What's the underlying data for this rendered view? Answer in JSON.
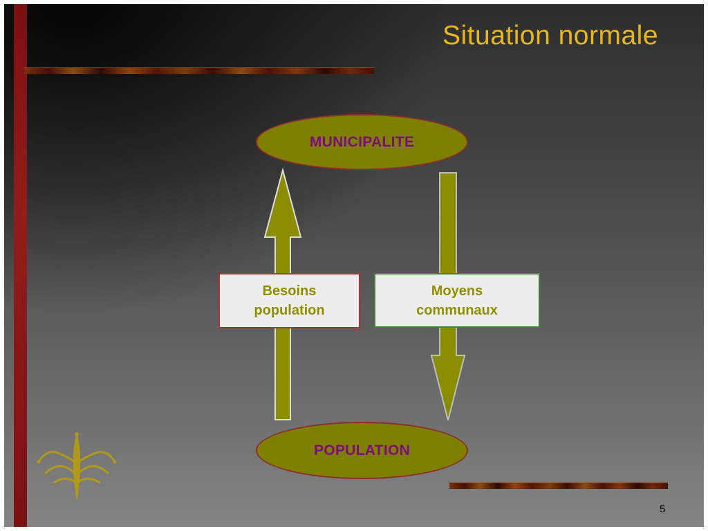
{
  "slide": {
    "title": "Situation normale",
    "page_number": "5"
  },
  "diagram": {
    "municipalite": {
      "label": "MUNICIPALITE"
    },
    "population": {
      "label": "POPULATION"
    },
    "besoins_box": {
      "label": "Besoins\npopulation"
    },
    "moyens_box": {
      "label": "Moyens\ncommunaux"
    }
  },
  "icons": {
    "up_arrow": "up-arrow-icon",
    "down_arrow": "down-arrow-icon",
    "ornament": "gold-flourish-ornament-icon"
  },
  "colors": {
    "title": "#e9b71a",
    "olive_arrow": "#8c8c00",
    "ellipse_fill": "#7f7f00",
    "ellipse_text": "#7d0c7d",
    "left_bar": "#8c1515",
    "box_background": "#ededed",
    "besoins_border": "#ad3333",
    "moyens_border": "#44803c",
    "background_top": "#2d2d2d",
    "background_bottom": "#848484"
  }
}
